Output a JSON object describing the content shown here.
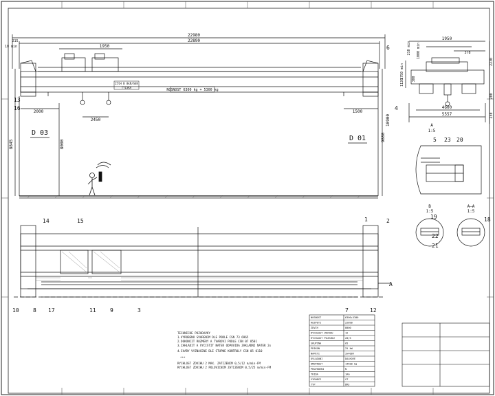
{
  "dims": {
    "span_total": "22980",
    "span_inner": "22890",
    "d215": "215",
    "d10_min": "10 min",
    "d1950": "1950",
    "d2000": "2000",
    "d2450": "2450",
    "d1500": "1500",
    "d8845": "8845",
    "d8000": "8000",
    "d9880": "9880",
    "d10900": "10900",
    "side_1950": "1950",
    "side_d1": "210 min",
    "side_d2": "1000 min",
    "side_d3": "2230",
    "side_d4": "378",
    "side_d5": "1750 min",
    "side_d6": "1120",
    "side_4600": "4600",
    "side_5557": "5557",
    "side_200": "200",
    "side_250": "250",
    "side_300": "300"
  },
  "labels": {
    "section_left": "D  03",
    "section_right": "D  01",
    "plate1": "25tH  B  8kN/SEK",
    "plate2": "TYLSKA",
    "load_note": "NOSNOST 6300 kg + 5300 kg",
    "detail_a": "A",
    "detail_a_scale": "1:5",
    "detail_b": "B",
    "detail_b_scale": "1:5",
    "section_aa": "A—A",
    "section_aa_scale": "1:5",
    "arrow_a": "A"
  },
  "callouts": {
    "c1": "1",
    "c2": "2",
    "c3": "3",
    "c4": "4",
    "c5": "5",
    "c6": "6",
    "c7": "7",
    "c8": "8",
    "c9": "9",
    "c10": "10",
    "c11": "11",
    "c12": "12",
    "c13": "13",
    "c14": "14",
    "c15": "15",
    "c16": "16",
    "c17": "17",
    "c18": "18",
    "c19": "19",
    "c20": "20",
    "c21": "21",
    "c22": "22",
    "c23": "23"
  },
  "notes": [
    "TECHNICKE POZADAVKY",
    "1.VYROBENO SVARENIM DLE PODLE CSN 73 6965",
    "2.DOKONCIT ROZMERY A TVAROVI PODLE CSN 07 8501",
    "3.ZAHLADIT A VYCISTIT NATER ODPOVIDA ZAKLADNI NATER 2x",
    "4.SVARY VYZNACENE DLE STUPNE KONTROLY CSN 05 0110"
  ],
  "notes2": [
    "RYCHLOST ZDVIHU 2 MAX. ZATIZENIM 0,5/12 m/min-FM",
    "RYCHLOST ZDVIHU 2 POLOVICNIM ZATIZENIM 0,5/25 m/min-FM"
  ],
  "stars": "***",
  "table": [
    [
      "NOSNOST",
      "6300+5300"
    ],
    [
      "ROZPETI",
      "22890"
    ],
    [
      "ZDVIH",
      "8000"
    ],
    [
      "RYCHLOST ZDVIHU",
      "12"
    ],
    [
      "RYCHLOST POJEZDU",
      "20/5"
    ],
    [
      "SKUPINA",
      "A5"
    ],
    [
      "PRIKON",
      "25 kW"
    ],
    [
      "NAPETI",
      "3x400V"
    ],
    [
      "OVLADANI",
      "DALKOVE"
    ],
    [
      "HMOTNOST",
      "14500 kg"
    ],
    [
      "PROVEDENI",
      "N"
    ],
    [
      "TRIDA",
      "1Am"
    ],
    [
      "VYROBCE",
      "CZ"
    ],
    [
      "TYP",
      "DMJ"
    ]
  ],
  "tech_values": [
    "6300+5300",
    "22890",
    "8000",
    "12",
    "20/5"
  ]
}
